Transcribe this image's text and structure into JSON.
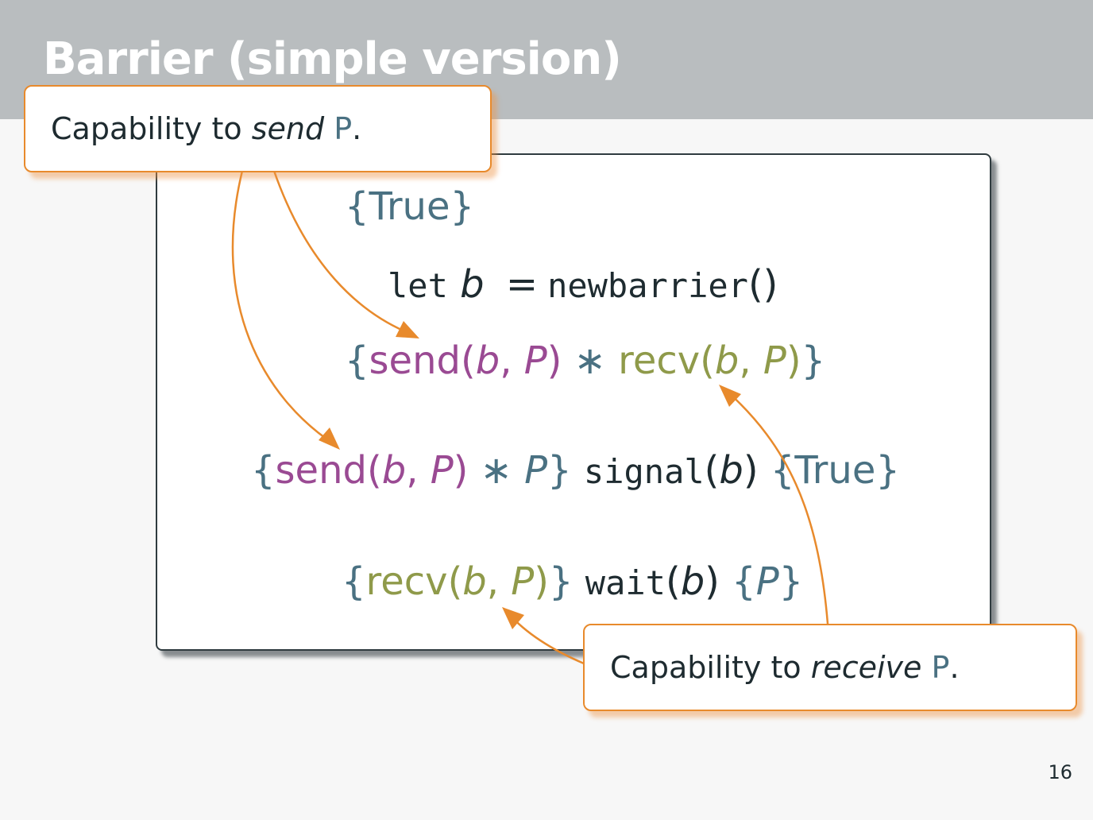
{
  "slide": {
    "title": "Barrier (simple version)",
    "page_number": "16"
  },
  "code": {
    "line1": {
      "open": "{",
      "word": "True",
      "close": "}"
    },
    "line2": {
      "kw": "let",
      "var": "b",
      "eq": "=",
      "fn": "newbarrier",
      "parens": "()"
    },
    "line3": {
      "open": "{",
      "send": "send",
      "lp": "(",
      "b": "b",
      "comma": ",",
      "P": "P",
      "rp": ")",
      "star": "∗",
      "recv": "recv",
      "lp2": "(",
      "b2": "b",
      "comma2": ",",
      "P2": "P",
      "rp2": ")",
      "close": "}"
    },
    "line4": {
      "open": "{",
      "send": "send",
      "lp": "(",
      "b": "b",
      "comma": ",",
      "P": "P",
      "rp": ")",
      "star": "∗",
      "P2": "P",
      "close": "}",
      "fn": "signal",
      "lp2": "(",
      "arg": "b",
      "rp2": ")",
      "post_open": "{",
      "post": "True",
      "post_close": "}"
    },
    "line5": {
      "open": "{",
      "recv": "recv",
      "lp": "(",
      "b": "b",
      "comma": ",",
      "P": "P",
      "rp": ")",
      "close": "}",
      "fn": "wait",
      "lp2": "(",
      "arg": "b",
      "rp2": ")",
      "post_open": "{",
      "post": "P",
      "post_close": "}"
    }
  },
  "callouts": {
    "send": {
      "prefix": "Capability to ",
      "emph": "send",
      "space": " ",
      "symbol": "P",
      "suffix": "."
    },
    "receive": {
      "prefix": "Capability to ",
      "emph": "receive",
      "space": " ",
      "symbol": "P",
      "suffix": "."
    }
  },
  "colors": {
    "header_bg": "#b9bdbf",
    "accent_orange": "#e88a2c",
    "teal": "#4a7182",
    "purple": "#9a4a93",
    "olive": "#8f9a4a",
    "ink": "#1e2b30"
  }
}
